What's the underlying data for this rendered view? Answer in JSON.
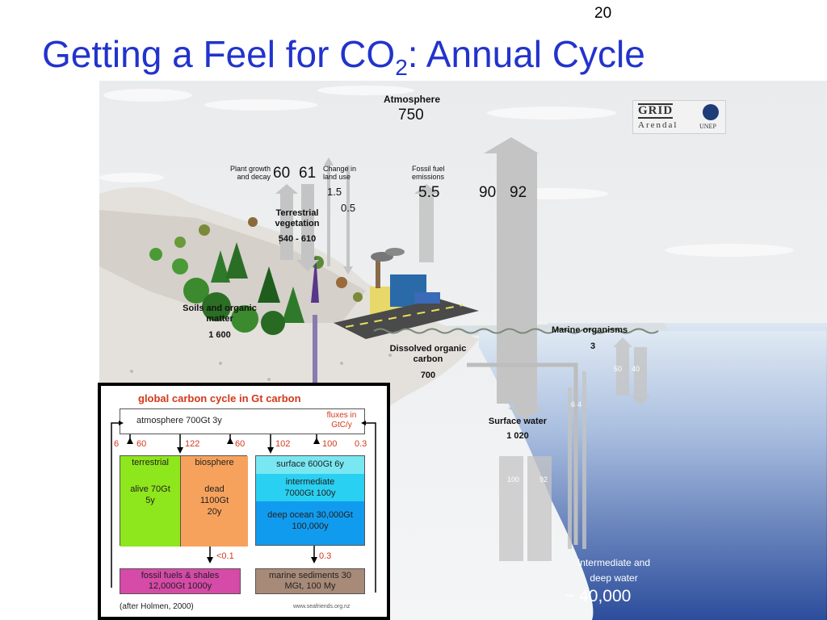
{
  "slide": {
    "number": "20",
    "title_pre": "Getting a Feel for CO",
    "title_sub": "2",
    "title_post": ": Annual Cycle"
  },
  "diagram": {
    "atmosphere_label": "Atmosphere",
    "atmosphere_value": "750",
    "plant_growth_label": "Plant growth and decay",
    "plant_in": "60",
    "plant_out": "61",
    "land_use_label": "Change in land use",
    "land_use_value": "1.5",
    "land_use_return": "0.5",
    "fossil_label": "Fossil fuel emissions",
    "fossil_value": "5.5",
    "ocean_in": "90",
    "ocean_out": "92",
    "terrestrial_label": "Terrestrial vegetation",
    "terrestrial_value": "540 - 610",
    "soils_label": "Soils and organic matter",
    "soils_value": "1 600",
    "marine_label": "Marine organisms",
    "marine_value": "3",
    "marine_flux_a": "50",
    "marine_flux_b": "40",
    "doc_label": "Dissolved organic carbon",
    "doc_value": "700",
    "surface_label": "Surface water",
    "surface_value": "1 020",
    "small_flux_a": "6",
    "small_flux_b": "4",
    "deep_flux_a": "100",
    "deep_flux_b": "92",
    "deep_label": "Intermediate and deep water",
    "deep_value": "~ 40,000",
    "logo_grid": "GRID",
    "logo_arendal": "Arendal",
    "logo_unep": "UNEP"
  },
  "inset": {
    "title": "global carbon cycle in Gt carbon",
    "atmosphere": "atmosphere 700Gt 3y",
    "fluxes_note": "fluxes in GtC/y",
    "f6": "6",
    "f60a": "60",
    "f122": "122",
    "f60b": "60",
    "f102": "102",
    "f100": "100",
    "f03a": "0.3",
    "terrestrial": "terrestrial",
    "biosphere": "biosphere",
    "alive": "alive 70Gt 5y",
    "dead": "dead 1100Gt 20y",
    "surface": "surface 600Gt 6y",
    "intermediate": "intermediate 7000Gt 100y",
    "deep": "deep ocean 30,000Gt 100,000y",
    "f01": "<0.1",
    "f03b": "0.3",
    "fossil": "fossil fuels & shales 12,000Gt 1000y",
    "marine": "marine sediments 30 MGt, 100 My",
    "credit": "(after Holmen, 2000)",
    "site": "www.seafriends.org.nz"
  },
  "colors": {
    "title": "#2233cc",
    "inset_red": "#d4381a",
    "alive": "#8ee61c",
    "dead": "#f7a25c",
    "surface": "#79e7f2",
    "intermediate": "#2ad0f2",
    "deep": "#119bef",
    "fossil": "#d64aa8",
    "marine_sed": "#a88a78"
  }
}
